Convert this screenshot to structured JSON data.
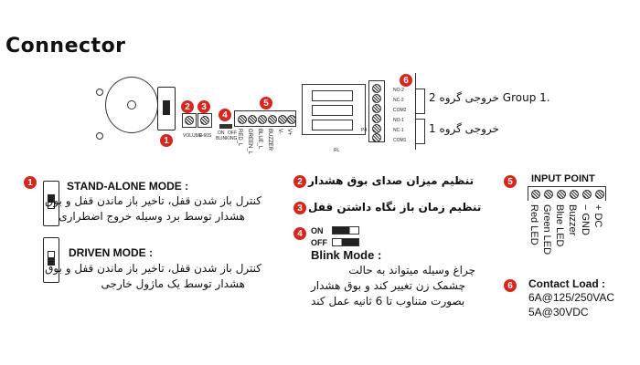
{
  "title": "Connector",
  "diagram": {
    "labels": {
      "volume": "VOLUME",
      "time": "0-60S",
      "on": "ON",
      "off": "OFF",
      "blinking": "BLINKING",
      "p4": "P4",
      "rl": "RL"
    },
    "input_terminals": [
      "RED_L",
      "GREEN_L",
      "BLUE_L",
      "BUZZER",
      "V-",
      "V+"
    ],
    "relay_terminals": [
      "NO-2",
      "NC-2",
      "COM2",
      "NO-1",
      "NC-1",
      "COM1"
    ],
    "group2": "خروجی گروه 2",
    "group_en": "Group 1.",
    "group1": "خروجی گروه 1",
    "badges": [
      "1",
      "2",
      "3",
      "4",
      "5",
      "6"
    ]
  },
  "legend": {
    "stand_alone": {
      "title": "STAND-ALONE MODE :",
      "lines": [
        "کنترل باز شدن قفل، تاخیر باز ماندن قفل و بوق",
        "هشدار توسط برد وسیله خروج اضطراری"
      ]
    },
    "driven": {
      "title": "DRIVEN MODE :",
      "lines": [
        "کنترل باز شدن قفل، تاخیر باز ماندن قفل و بوق",
        "هشدار توسط یک ماژول خارجی"
      ]
    },
    "volume": "تنظیم میزان صدای بوق هشدار",
    "hold_time": "تنظیم زمان باز نگاه داشتن قفل",
    "jumper": {
      "on": "ON",
      "off": "OFF",
      "title": "Blink Mode :",
      "lines": [
        "چراغ وسیله میتواند به حالت",
        "چشمک زن تغییر کند و بوق هشدار",
        "بصورت متناوب تا 6 ثانیه عمل کند"
      ]
    },
    "input_point": {
      "title": "INPUT POINT",
      "terminals": [
        "Red LED",
        "Green LED",
        "Blue LED",
        "Buzzer",
        "− GND",
        "+ DC"
      ]
    },
    "contact_load": {
      "title": "Contact Load :",
      "lines": [
        "6A@125/250VAC",
        "5A@30VDC"
      ]
    }
  },
  "colors": {
    "badge": "#d9261c"
  }
}
